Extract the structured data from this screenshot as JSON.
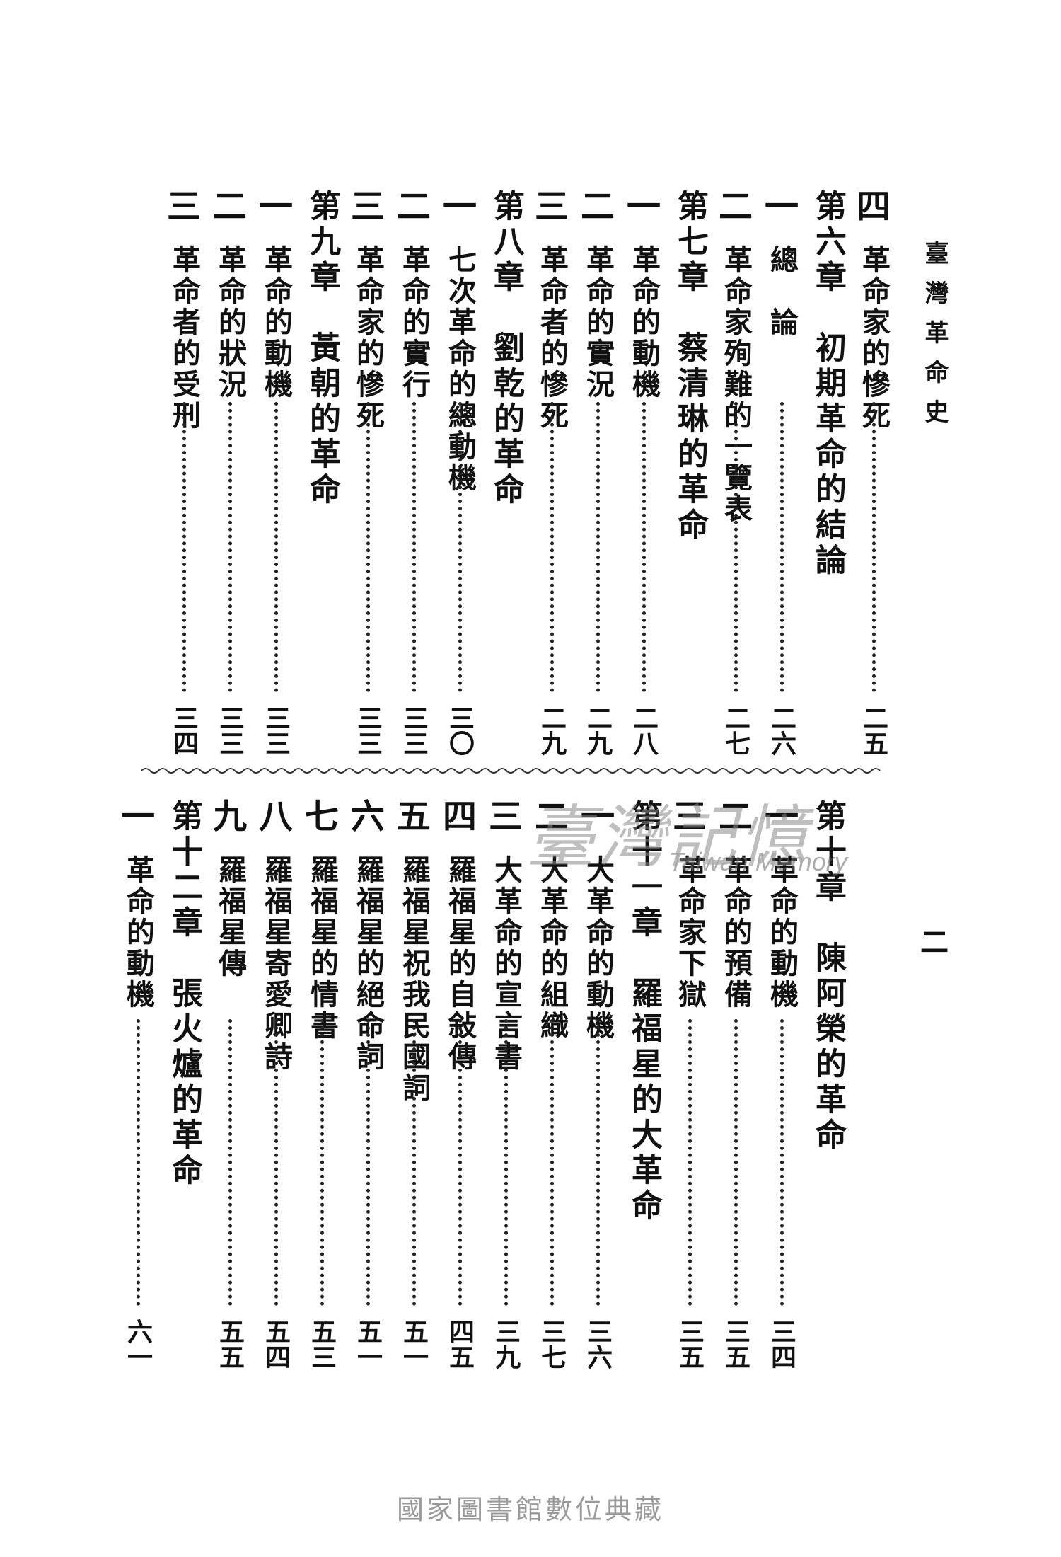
{
  "running_head": "臺灣革命史",
  "page_number": "二",
  "upper": [
    {
      "ord": "四",
      "title": "革命家的慘死",
      "page": "二五"
    },
    {
      "ord": "",
      "title": "第六章　初期革命的結論",
      "page": "",
      "chapter": true
    },
    {
      "ord": "一",
      "title": "總　論",
      "page": "二六"
    },
    {
      "ord": "二",
      "title": "革命家殉難的一覽表",
      "page": "二七"
    },
    {
      "ord": "",
      "title": "第七章　蔡清琳的革命",
      "page": "",
      "chapter": true
    },
    {
      "ord": "一",
      "title": "革命的動機",
      "page": "二八"
    },
    {
      "ord": "二",
      "title": "革命的實況",
      "page": "二九"
    },
    {
      "ord": "三",
      "title": "革命者的慘死",
      "page": "二九"
    },
    {
      "ord": "",
      "title": "第八章　劉乾的革命",
      "page": "",
      "chapter": true
    },
    {
      "ord": "一",
      "title": "七次革命的總動機",
      "page": "三〇"
    },
    {
      "ord": "二",
      "title": "革命的實行",
      "page": "三三"
    },
    {
      "ord": "三",
      "title": "革命家的慘死",
      "page": "三三"
    },
    {
      "ord": "",
      "title": "第九章　黃朝的革命",
      "page": "",
      "chapter": true
    },
    {
      "ord": "一",
      "title": "革命的動機",
      "page": "三三"
    },
    {
      "ord": "二",
      "title": "革命的狀況",
      "page": "三三"
    },
    {
      "ord": "三",
      "title": "革命者的受刑",
      "page": "三四"
    }
  ],
  "lower": [
    {
      "ord": "",
      "title": "第十章　陳阿榮的革命",
      "page": "",
      "chapter": true
    },
    {
      "ord": "一",
      "title": "革命的動機",
      "page": "三四"
    },
    {
      "ord": "二",
      "title": "革命的預備",
      "page": "三五"
    },
    {
      "ord": "三",
      "title": "革命家下獄",
      "page": "三五"
    },
    {
      "ord": "",
      "title": "第十一章　羅福星的大革命",
      "page": "",
      "chapter": true
    },
    {
      "ord": "一",
      "title": "大革命的動機",
      "page": "三六"
    },
    {
      "ord": "二",
      "title": "大革命的組織",
      "page": "三七"
    },
    {
      "ord": "三",
      "title": "大革命的宣言書",
      "page": "三九"
    },
    {
      "ord": "四",
      "title": "羅福星的自敍傳",
      "page": "四五"
    },
    {
      "ord": "五",
      "title": "羅福星祝我民國詞",
      "page": "五一"
    },
    {
      "ord": "六",
      "title": "羅福星的絕命詞",
      "page": "五一"
    },
    {
      "ord": "七",
      "title": "羅福星的情書",
      "page": "五三"
    },
    {
      "ord": "八",
      "title": "羅福星寄愛卿詩",
      "page": "五四"
    },
    {
      "ord": "九",
      "title": "羅福星傳",
      "page": "五五"
    },
    {
      "ord": "",
      "title": "第十二章　張火爐的革命",
      "page": "",
      "chapter": true
    },
    {
      "ord": "一",
      "title": "革命的動機",
      "page": "六一"
    }
  ],
  "watermark": {
    "main": "臺灣記憶",
    "sub": "Taiwan Memory"
  },
  "footer": "國家圖書館數位典藏"
}
